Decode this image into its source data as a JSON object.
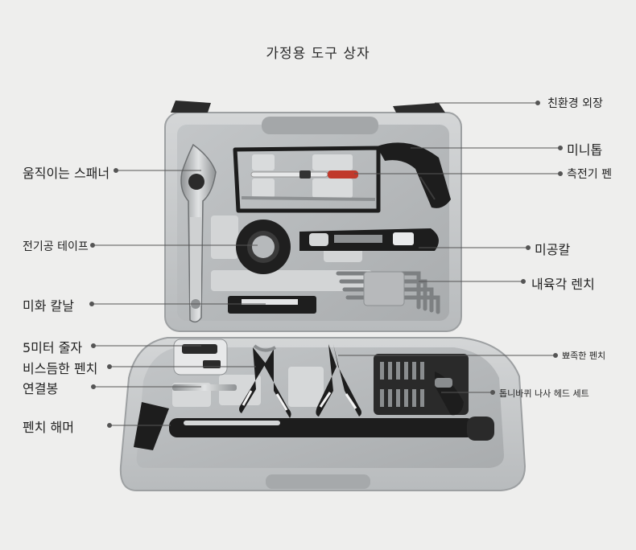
{
  "title": "가정용 도구 상자",
  "labels": {
    "case": "친환경 외장",
    "mini_saw": "미니톱",
    "test_pen": "측전기 펜",
    "wrench": "움직이는 스패너",
    "tape": "전기공 테이프",
    "cutter": "미공칼",
    "hex_key": "내육각 렌치",
    "blades": "미화 칼날",
    "measure": "5미터 줄자",
    "long_nose": "뾰족한 펜치",
    "diagonal": "비스듬한 펜치",
    "ratchet_bits": "톱니바퀴 나사 헤드 세트",
    "extension": "연결봉",
    "hammer": "펜치 해머"
  },
  "colors": {
    "background": "#eeeeed",
    "case_shell": "#c9cbcc",
    "case_tray": "#b9bcbe",
    "tool_black": "#1d1d1d",
    "tool_silver": "#b7b9bb",
    "accent_red": "#c0392b",
    "accent_white": "#f4f4f4"
  }
}
